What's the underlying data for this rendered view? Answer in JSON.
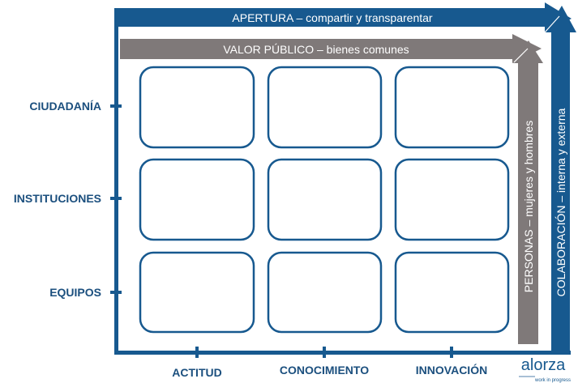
{
  "colors": {
    "blue": "#17598f",
    "gray": "#7f7979"
  },
  "top_arrow": "APERTURA – compartir y transparentar",
  "inner_arrow": "VALOR PÚBLICO  – bienes comunes",
  "right_arrow": "COLABORACIÓN   – interna y externa",
  "inner_right_arrow": "PERSONAS  – mujeres y hombres",
  "rows": [
    "CIUDADANÍA",
    "INSTITUCIONES",
    "EQUIPOS"
  ],
  "columns": [
    "ACTITUD",
    "CONOCIMIENTO",
    "INNOVACIÓN"
  ],
  "logo": {
    "name": "alorza",
    "tagline": "work in progress"
  }
}
